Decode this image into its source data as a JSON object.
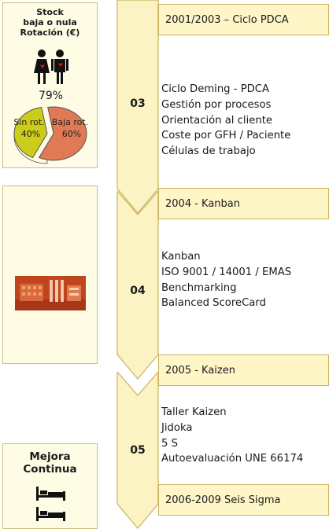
{
  "stage1": {
    "number": "03",
    "header": "2001/2003 – Ciclo PDCA",
    "items": [
      "Ciclo Deming - PDCA",
      "Gestión por procesos",
      "Orientación al cliente",
      "Coste por GFH / Paciente",
      "Células de trabajo"
    ],
    "side": {
      "title_line1": "Stock",
      "title_line2": "baja o nula",
      "title_line3": "Rotación (€)",
      "percent": "79%",
      "chart_data": {
        "type": "pie",
        "categories": [
          "Sin rot.",
          "Baja rot."
        ],
        "values": [
          40,
          60
        ],
        "labels": [
          "Sin rot.",
          "Baja rot."
        ],
        "value_labels": [
          "40%",
          "60%"
        ],
        "colors": [
          "#cccc1a",
          "#e07a55"
        ]
      }
    }
  },
  "stage2": {
    "number": "04",
    "header": "2004 - Kanban",
    "items": [
      "Kanban",
      "ISO 9001 / 14001 / EMAS",
      "Benchmarking",
      "Balanced ScoreCard"
    ]
  },
  "stage3": {
    "number": "05",
    "header": "2005 - Kaizen",
    "items": [
      "Taller Kaizen",
      "Jidoka",
      "5 S",
      "Autoevaluación UNE 66174"
    ],
    "side": {
      "title_line1": "Mejora",
      "title_line2": "Continua"
    }
  },
  "stage4": {
    "header": "2006-2009 Seis Sigma"
  },
  "colors": {
    "panel_bg": "#fffce6",
    "header_bg": "#fff6c8",
    "arrow_fill": "#fbf3c3",
    "arrow_stroke": "#c9b25a",
    "photo": "#c0441c"
  }
}
